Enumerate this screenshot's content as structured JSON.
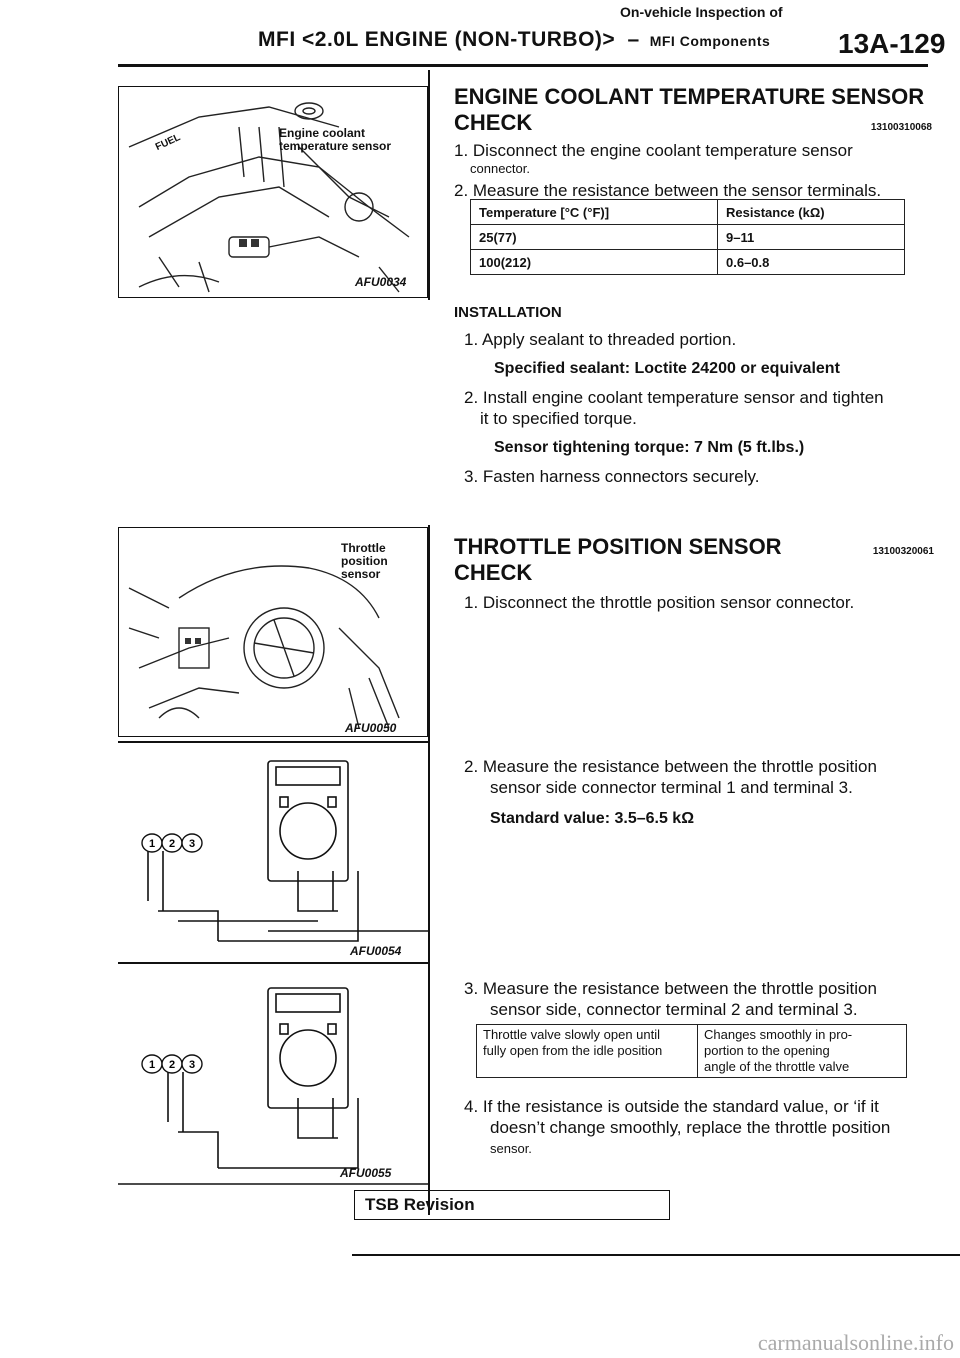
{
  "header": {
    "subtitle": "On-vehicle Inspection of",
    "mfi": "MFI",
    "engine": "<2.0L ENGINE",
    "variant": "(NON-TURBO)>",
    "dash": "–",
    "components": "MFI Components",
    "page": "13A-129"
  },
  "figures": {
    "fig1": {
      "label_line1": "Engine coolant",
      "label_line2": "temperature sensor",
      "code": "AFU0034",
      "fuel": "FUEL"
    },
    "fig2": {
      "label_line1": "Throttle",
      "label_line2": "position",
      "label_line3": "sensor",
      "code": "AFU0050"
    },
    "fig3": {
      "code": "AFU0054",
      "pins": [
        "1",
        "2",
        "3"
      ]
    },
    "fig4": {
      "code": "AFU0055",
      "pins": [
        "1",
        "2",
        "3"
      ]
    }
  },
  "ect": {
    "title_line1": "ENGINE COOLANT TEMPERATURE SENSOR",
    "title_line2": "CHECK",
    "code": "13100310068",
    "step1_line1": "1. Disconnect the engine coolant temperature sensor",
    "step1_line2": "connector.",
    "step2": "2. Measure the resistance between the sensor terminals.",
    "table": {
      "headers": [
        "Temperature [°C (°F)]",
        "Resistance (kΩ)"
      ],
      "rows": [
        [
          "25(77)",
          "9–11"
        ],
        [
          "100(212)",
          "0.6–0.8"
        ]
      ]
    },
    "installation_heading": "INSTALLATION",
    "inst1": "1. Apply sealant to threaded portion.",
    "inst1_spec": "Specified sealant: Loctite 24200 or equivalent",
    "inst2_line1": "2. Install engine coolant temperature sensor and tighten",
    "inst2_line2": "it to specified torque.",
    "inst2_spec": "Sensor tightening torque: 7 Nm (5 ft.lbs.)",
    "inst3": "3. Fasten harness connectors securely."
  },
  "tps": {
    "title": "THROTTLE POSITION SENSOR CHECK",
    "code": "13100320061",
    "step1": "1. Disconnect the throttle position sensor connector.",
    "step2_line1": "2. Measure the resistance between the throttle position",
    "step2_line2": "sensor side connector terminal 1 and terminal 3.",
    "step2_spec": "Standard value: 3.5–6.5 kΩ",
    "step3_line1": "3. Measure the resistance between the throttle position",
    "step3_line2": "sensor side, connector terminal 2 and terminal 3.",
    "table": {
      "left_line1": "Throttle valve slowly open until",
      "left_line2": "fully open from the idle position",
      "right_line1": "Changes smoothly in pro-",
      "right_line2": "portion to the opening",
      "right_line3": "angle of the throttle valve"
    },
    "step4_line1": "4. If the resistance is outside the standard value, or ‘if it",
    "step4_line2": "doesn’t change smoothly, replace the throttle position",
    "step4_line3": "sensor."
  },
  "footer": {
    "tsb": "TSB Revision",
    "watermark": "carmanualsonline.info"
  }
}
